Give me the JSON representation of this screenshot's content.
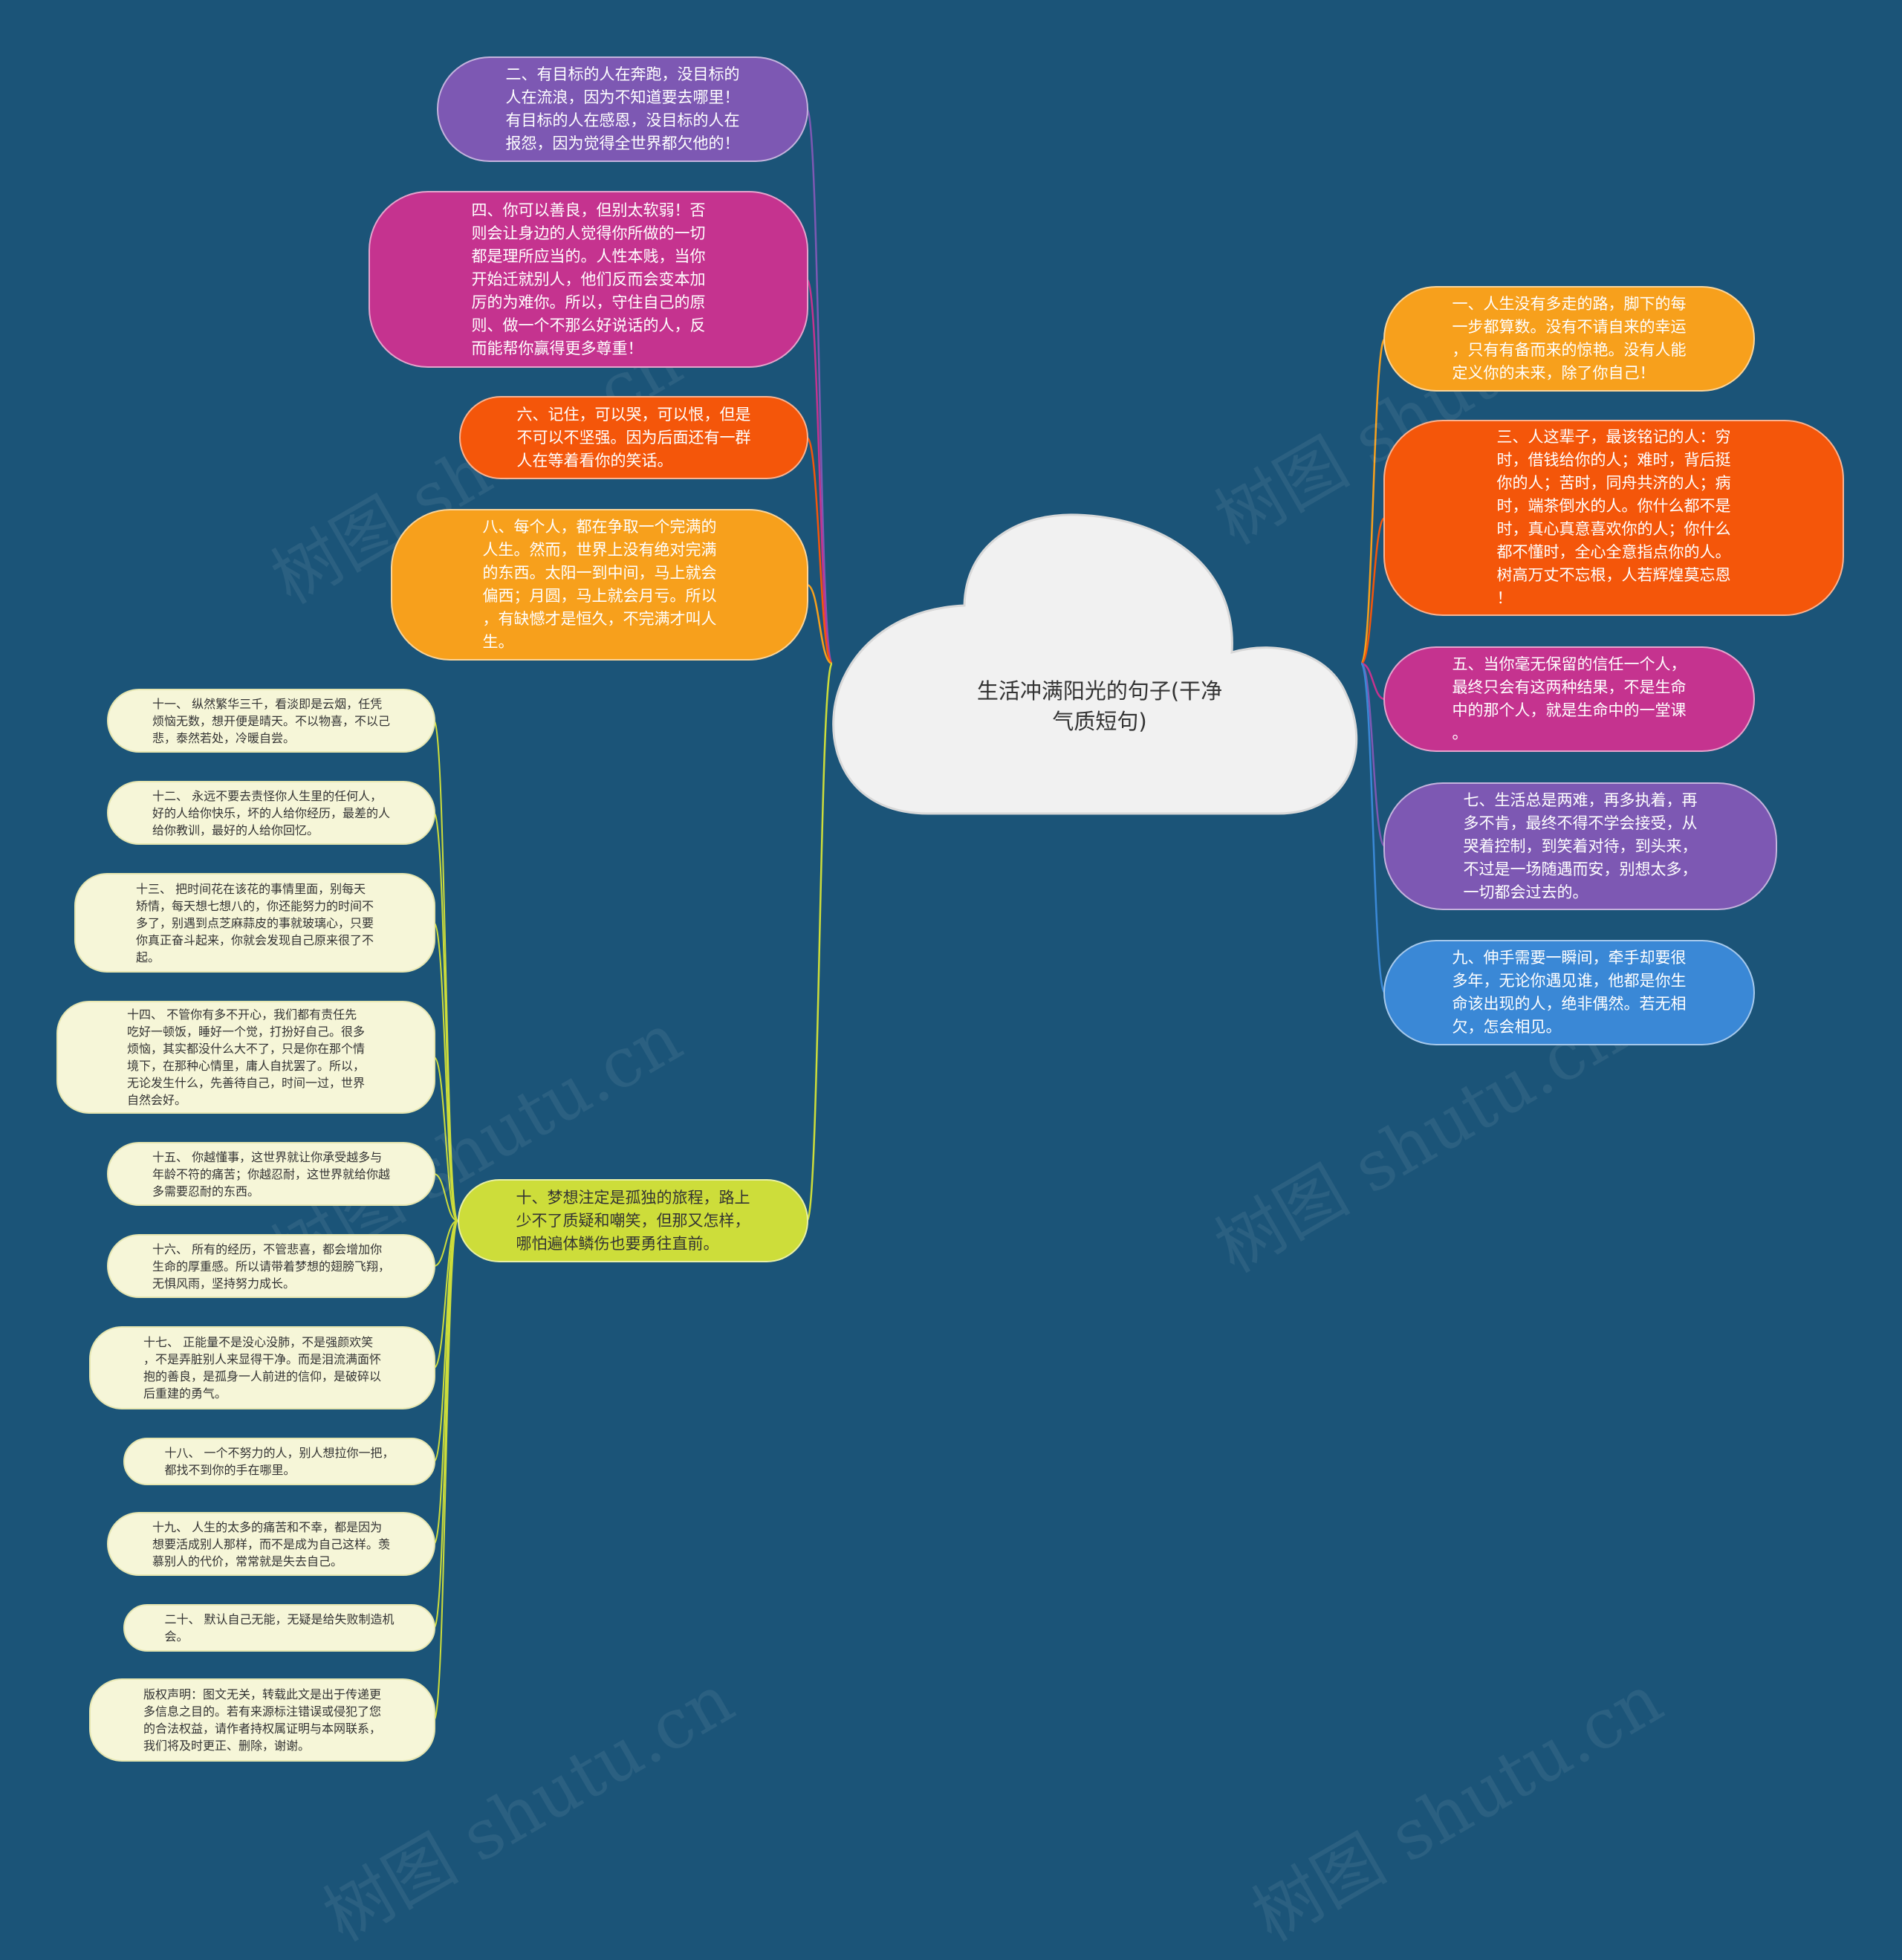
{
  "colors": {
    "background": "#1b5478",
    "center_fill": "#f1f1f1",
    "leaf_fill": "#f6f6d8",
    "purple": "#7d58b3",
    "magenta": "#c5338f",
    "orange": "#f4560a",
    "amber": "#f7a01c",
    "blue": "#3a88d6",
    "lime": "#cddd3a"
  },
  "center": {
    "title": "生活冲满阳光的句子(干净\n气质短句)"
  },
  "left_nodes": [
    {
      "id": "n2",
      "color": "purple",
      "text": "二、有目标的人在奔跑，没目标的\n人在流浪，因为不知道要去哪里！\n有目标的人在感恩，没目标的人在\n报怨，因为觉得全世界都欠他的！"
    },
    {
      "id": "n4",
      "color": "magenta",
      "text": "四、你可以善良，但别太软弱！否\n则会让身边的人觉得你所做的一切\n都是理所应当的。人性本贱，当你\n开始迁就别人，他们反而会变本加\n厉的为难你。所以，守住自己的原\n则、做一个不那么好说话的人，反\n而能帮你赢得更多尊重！"
    },
    {
      "id": "n6",
      "color": "orange",
      "text": "六、记住，可以哭，可以恨，但是\n不可以不坚强。因为后面还有一群\n人在等着看你的笑话。"
    },
    {
      "id": "n8",
      "color": "amber",
      "text": "八、每个人，都在争取一个完满的\n人生。然而，世界上没有绝对完满\n的东西。太阳一到中间，马上就会\n偏西；月圆，马上就会月亏。所以\n，有缺憾才是恒久，不完满才叫人\n生。"
    },
    {
      "id": "n10",
      "color": "lime",
      "text": "十、梦想注定是孤独的旅程，路上\n少不了质疑和嘲笑，但那又怎样，\n哪怕遍体鳞伤也要勇往直前。"
    }
  ],
  "right_nodes": [
    {
      "id": "n1",
      "color": "amber",
      "text": "一、人生没有多走的路，脚下的每\n一步都算数。没有不请自来的幸运\n，只有有备而来的惊艳。没有人能\n定义你的未来，除了你自己！"
    },
    {
      "id": "n3",
      "color": "orange",
      "text": "三、人这辈子，最该铭记的人：穷\n时，借钱给你的人；难时，背后挺\n你的人；苦时，同舟共济的人；病\n时，端茶倒水的人。你什么都不是\n时，真心真意喜欢你的人；你什么\n都不懂时，全心全意指点你的人。\n树高万丈不忘根，人若辉煌莫忘恩\n！"
    },
    {
      "id": "n5",
      "color": "magenta",
      "text": "五、当你毫无保留的信任一个人，\n最终只会有这两种结果，不是生命\n中的那个人，就是生命中的一堂课\n。"
    },
    {
      "id": "n7",
      "color": "purple",
      "text": "七、生活总是两难，再多执着，再\n多不肯，最终不得不学会接受，从\n哭着控制，到笑着对待，到头来，\n不过是一场随遇而安，别想太多，\n一切都会过去的。"
    },
    {
      "id": "n9",
      "color": "blue",
      "text": "九、伸手需要一瞬间，牵手却要很\n多年，无论你遇见谁，他都是你生\n命该出现的人，绝非偶然。若无相\n欠，怎会相见。"
    }
  ],
  "sub_leaves": [
    {
      "id": "s11",
      "text": "十一、 纵然繁华三千，看淡即是云烟，任凭\n烦恼无数，想开便是晴天。不以物喜，不以己\n悲，泰然若处，冷暖自尝。"
    },
    {
      "id": "s12",
      "text": "十二、 永远不要去责怪你人生里的任何人，\n好的人给你快乐，坏的人给你经历，最差的人\n给你教训，最好的人给你回忆。"
    },
    {
      "id": "s13",
      "text": "十三、 把时间花在该花的事情里面，别每天\n矫情，每天想七想八的，你还能努力的时间不\n多了，别遇到点芝麻蒜皮的事就玻璃心，只要\n你真正奋斗起来，你就会发现自己原来很了不\n起。"
    },
    {
      "id": "s14",
      "text": "十四、 不管你有多不开心，我们都有责任先\n吃好一顿饭，睡好一个觉，打扮好自己。很多\n烦恼，其实都没什么大不了，只是你在那个情\n境下，在那种心情里，庸人自扰罢了。所以，\n无论发生什么，先善待自己，时间一过，世界\n自然会好。"
    },
    {
      "id": "s15",
      "text": "十五、 你越懂事，这世界就让你承受越多与\n年龄不符的痛苦；你越忍耐，这世界就给你越\n多需要忍耐的东西。"
    },
    {
      "id": "s16",
      "text": "十六、 所有的经历，不管悲喜，都会增加你\n生命的厚重感。所以请带着梦想的翅膀飞翔，\n无惧风雨，坚持努力成长。"
    },
    {
      "id": "s17",
      "text": "十七、 正能量不是没心没肺，不是强颜欢笑\n，不是弄脏别人来显得干净。而是泪流满面怀\n抱的善良，是孤身一人前进的信仰，是破碎以\n后重建的勇气。"
    },
    {
      "id": "s18",
      "text": "十八、 一个不努力的人，别人想拉你一把，\n都找不到你的手在哪里。"
    },
    {
      "id": "s19",
      "text": "十九、 人生的太多的痛苦和不幸，都是因为\n想要活成别人那样，而不是成为自己这样。羡\n慕别人的代价，常常就是失去自己。"
    },
    {
      "id": "s20",
      "text": "二十、 默认自己无能，无疑是给失败制造机\n会。"
    },
    {
      "id": "s21",
      "text": "版权声明：图文无关，转载此文是出于传递更\n多信息之目的。若有来源标注错误或侵犯了您\n的合法权益，请作者持权属证明与本网联系，\n我们将及时更正、删除，谢谢。"
    }
  ],
  "watermark": {
    "text": "树图 shutu.cn"
  }
}
